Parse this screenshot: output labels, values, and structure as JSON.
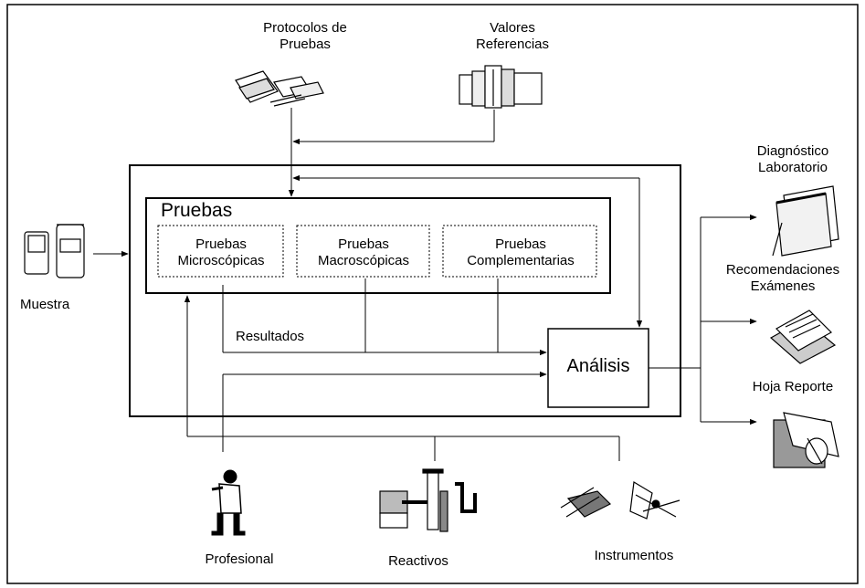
{
  "sources": {
    "protocolos_line1": "Protocolos de",
    "protocolos_line2": "Pruebas",
    "valores_line1": "Valores",
    "valores_line2": "Referencias"
  },
  "input": {
    "muestra": "Muestra"
  },
  "pruebas": {
    "title": "Pruebas",
    "micro_line1": "Pruebas",
    "micro_line2": "Microscópicas",
    "macro_line1": "Pruebas",
    "macro_line2": "Macroscópicas",
    "comp_line1": "Pruebas",
    "comp_line2": "Complementarias"
  },
  "process": {
    "resultados": "Resultados",
    "analisis": "Análisis"
  },
  "outputs": {
    "diag_line1": "Diagnóstico",
    "diag_line2": "Laboratorio",
    "recom_line1": "Recomendaciones",
    "recom_line2": "Exámenes",
    "hoja": "Hoja Reporte"
  },
  "resources": {
    "profesional": "Profesional",
    "reactivos": "Reactivos",
    "instrumentos": "Instrumentos"
  }
}
